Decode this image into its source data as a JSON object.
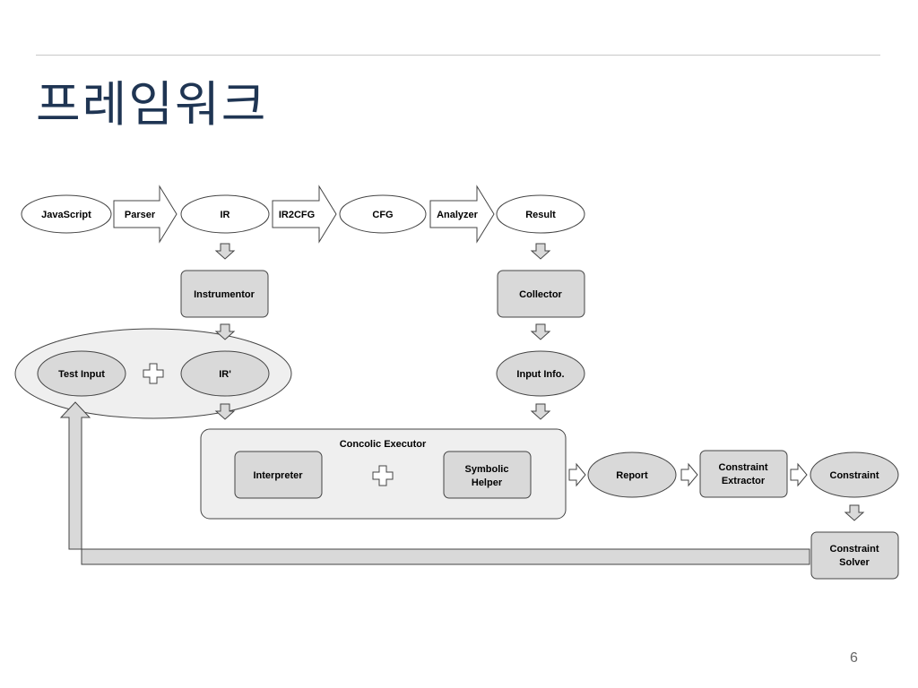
{
  "slide": {
    "title": "프레임워크",
    "page_number": "6"
  },
  "colors": {
    "title": "#1f3553",
    "node_fill": "#d9d9d9",
    "container_fill": "#efefef",
    "stroke": "#444444"
  },
  "diagram": {
    "javascript": "JavaScript",
    "parser": "Parser",
    "ir": "IR",
    "ir2cfg": "IR2CFG",
    "cfg": "CFG",
    "analyzer": "Analyzer",
    "result": "Result",
    "instrumentor": "Instrumentor",
    "collector": "Collector",
    "test_input": "Test Input",
    "ir_prime": "IR'",
    "input_info": "Input Info.",
    "concolic_executor": "Concolic Executor",
    "interpreter": "Interpreter",
    "symbolic_helper_1": "Symbolic",
    "symbolic_helper_2": "Helper",
    "report": "Report",
    "constraint_extractor_1": "Constraint",
    "constraint_extractor_2": "Extractor",
    "constraint": "Constraint",
    "constraint_solver_1": "Constraint",
    "constraint_solver_2": "Solver"
  }
}
